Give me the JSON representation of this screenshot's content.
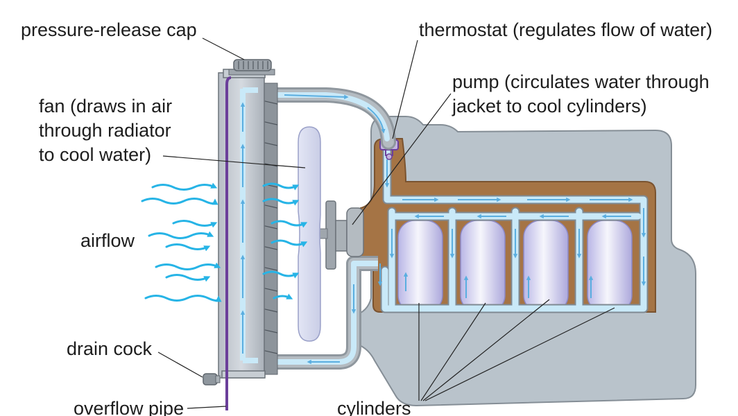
{
  "labels": {
    "pressure_release_cap": "pressure-release cap",
    "thermostat": "thermostat (regulates flow of water)",
    "pump_line1": "pump (circulates water through",
    "pump_line2": "jacket to cool cylinders)",
    "fan_line1": "fan (draws in air",
    "fan_line2": "through radiator",
    "fan_line3": "to cool water)",
    "airflow": "airflow",
    "drain_cock": "drain cock",
    "overflow_pipe": "overflow pipe",
    "cylinders": "cylinders"
  },
  "colors": {
    "engine_block": "#b9c3cb",
    "water_jacket": "#a57445",
    "coolant": "#c9e9f8",
    "flow_arrow": "#5aaee0",
    "airflow": "#27b4e6",
    "metal": "#9fa6ad",
    "overflow_pipe": "#6b3f9a"
  }
}
